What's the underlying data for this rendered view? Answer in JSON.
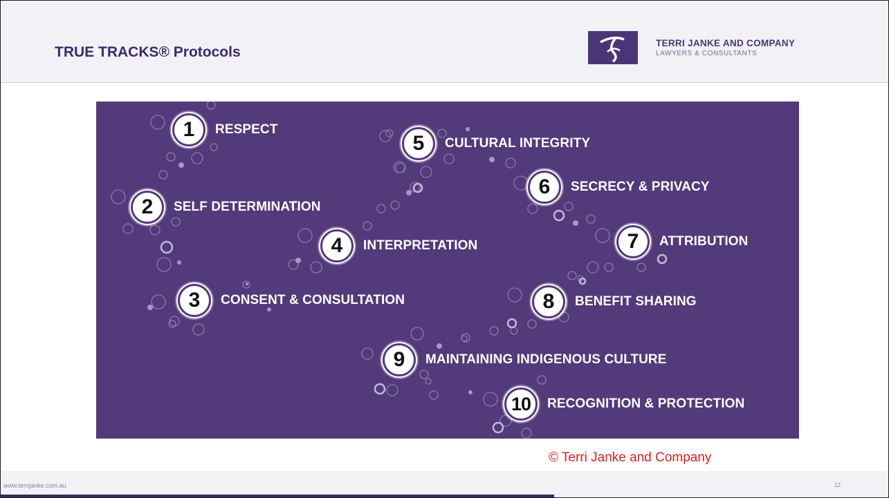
{
  "slide": {
    "title": "TRUE TRACKS® Protocols",
    "logo": {
      "name": "TERRI JANKE AND COMPANY",
      "tagline": "LAWYERS & CONSULTANTS"
    },
    "protocols": [
      {
        "number": "1",
        "label": "RESPECT"
      },
      {
        "number": "2",
        "label": "SELF DETERMINATION"
      },
      {
        "number": "3",
        "label": "CONSENT & CONSULTATION"
      },
      {
        "number": "4",
        "label": "INTERPRETATION"
      },
      {
        "number": "5",
        "label": "CULTURAL INTEGRITY"
      },
      {
        "number": "6",
        "label": "SECRECY & PRIVACY"
      },
      {
        "number": "7",
        "label": "ATTRIBUTION"
      },
      {
        "number": "8",
        "label": "BENEFIT SHARING"
      },
      {
        "number": "9",
        "label": "MAINTAINING INDIGENOUS CULTURE"
      },
      {
        "number": "10",
        "label": "RECOGNITION & PROTECTION"
      }
    ],
    "copyright": "© Terri Janke and Company",
    "footer_url": "www.terrijanke.com.au",
    "page_number": "12"
  },
  "colors": {
    "panel": "#533a7b",
    "title": "#3c2a6b",
    "copyright": "#e02020"
  }
}
